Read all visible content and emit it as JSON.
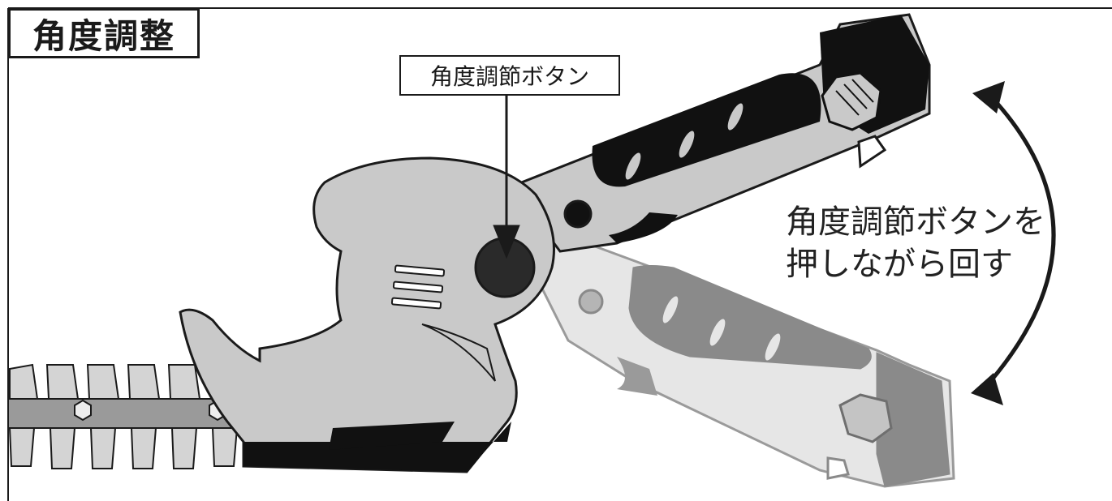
{
  "title": "角度調整",
  "callout_label": "角度調節ボタン",
  "instruction": {
    "line1": "角度調節ボタンを",
    "line2": "押しながら回す"
  },
  "colors": {
    "outline": "#1a1a1a",
    "body": "#c9c9c9",
    "handle_dark": "#111111",
    "ghost": "#d9d9d9",
    "ghost_dark": "#8a8a8a",
    "blade": "#9a9a9a"
  }
}
